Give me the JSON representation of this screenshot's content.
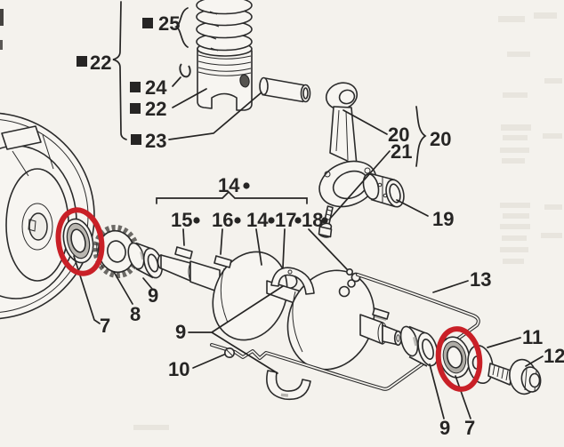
{
  "figure": {
    "kind": "exploded-parts-diagram",
    "subject": "engine crankshaft, piston and connecting rod assembly",
    "paper_color": "#f4f2ed",
    "ink_color": "#2b2b2b",
    "highlight_color": "#c92027"
  },
  "highlights": {
    "front_seal_circled": true,
    "rear_seal_circled": true,
    "color": "#c92027"
  },
  "callouts": {
    "piston_rings": {
      "id": "25",
      "marker": "square"
    },
    "piston_assembly_group": {
      "id": "22",
      "marker": "square"
    },
    "circlip": {
      "id": "24",
      "marker": "square"
    },
    "piston": {
      "id": "22",
      "marker": "square"
    },
    "piston_pin": {
      "id": "23",
      "marker": "square"
    },
    "connecting_rod": {
      "id": "20"
    },
    "rod_bolt": {
      "id": "21"
    },
    "rod_group": {
      "id": "20"
    },
    "rod_bearing": {
      "id": "19"
    },
    "crankshaft_group": {
      "id": "14",
      "marker": "dot"
    },
    "key_front": {
      "id": "15",
      "marker": "dot"
    },
    "key_center": {
      "id": "16",
      "marker": "dot"
    },
    "crankshaft": {
      "id": "14",
      "marker": "dot"
    },
    "plug": {
      "id": "17",
      "marker": "dot"
    },
    "union": {
      "id": "18",
      "marker": "dot"
    },
    "seal_front": {
      "id": "7",
      "highlighted": true
    },
    "gear": {
      "id": "8"
    },
    "bearing_front": {
      "id": "9"
    },
    "main_bearing_shells": {
      "id": "9"
    },
    "oil_jet": {
      "id": "10"
    },
    "oil_pipe": {
      "id": "13"
    },
    "washer": {
      "id": "11"
    },
    "bolt": {
      "id": "12"
    },
    "bearing_rear": {
      "id": "9"
    },
    "seal_rear": {
      "id": "7",
      "highlighted": true
    }
  }
}
